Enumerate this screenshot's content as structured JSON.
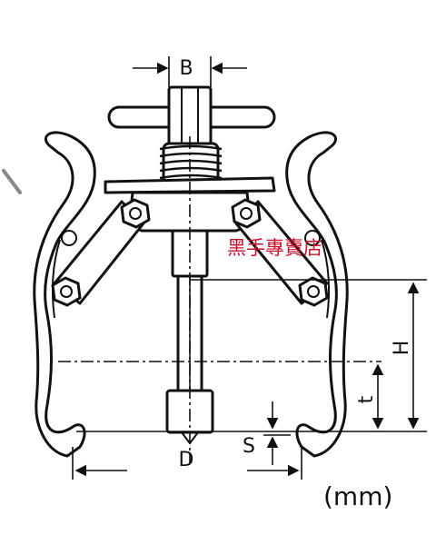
{
  "labels": {
    "b": "B",
    "h": "H",
    "t": "t",
    "d": "D",
    "s": "S"
  },
  "units": "(mm)",
  "watermark": "黑手專賣店",
  "colors": {
    "ink": "#111111",
    "paper": "#ffffff",
    "watermark": "#c8102e",
    "accent_red": "#cc1f2a"
  }
}
